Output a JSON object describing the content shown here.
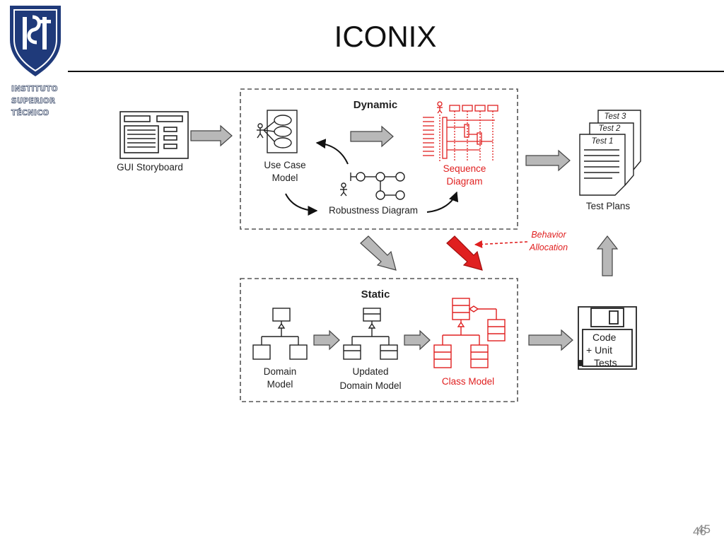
{
  "title": "ICONIX",
  "logo": {
    "lines": [
      "INSTITUTO",
      "SUPERIOR",
      "TÉCNICO"
    ]
  },
  "page_number": {
    "front": "45",
    "behind": "46"
  },
  "colors": {
    "accent_red": "#e02020",
    "arrow_gray": "#b8b8b8",
    "navy": "#1f3a7a"
  },
  "diagram": {
    "dynamic": {
      "label": "Dynamic",
      "use_case": [
        "Use Case",
        "Model"
      ],
      "robustness": "Robustness Diagram",
      "sequence": [
        "Sequence",
        "Diagram"
      ]
    },
    "static": {
      "label": "Static",
      "domain": [
        "Domain",
        "Model"
      ],
      "updated": [
        "Updated",
        "Domain Model"
      ],
      "class_model": "Class Model"
    },
    "gui_storyboard": "GUI Storyboard",
    "test_plans": {
      "label": "Test Plans",
      "sheets": [
        "Test 3",
        "Test 2",
        "Test 1"
      ]
    },
    "code": [
      "Code",
      "+ Unit",
      "Tests"
    ],
    "behavior_allocation": [
      "Behavior",
      "Allocation"
    ]
  }
}
